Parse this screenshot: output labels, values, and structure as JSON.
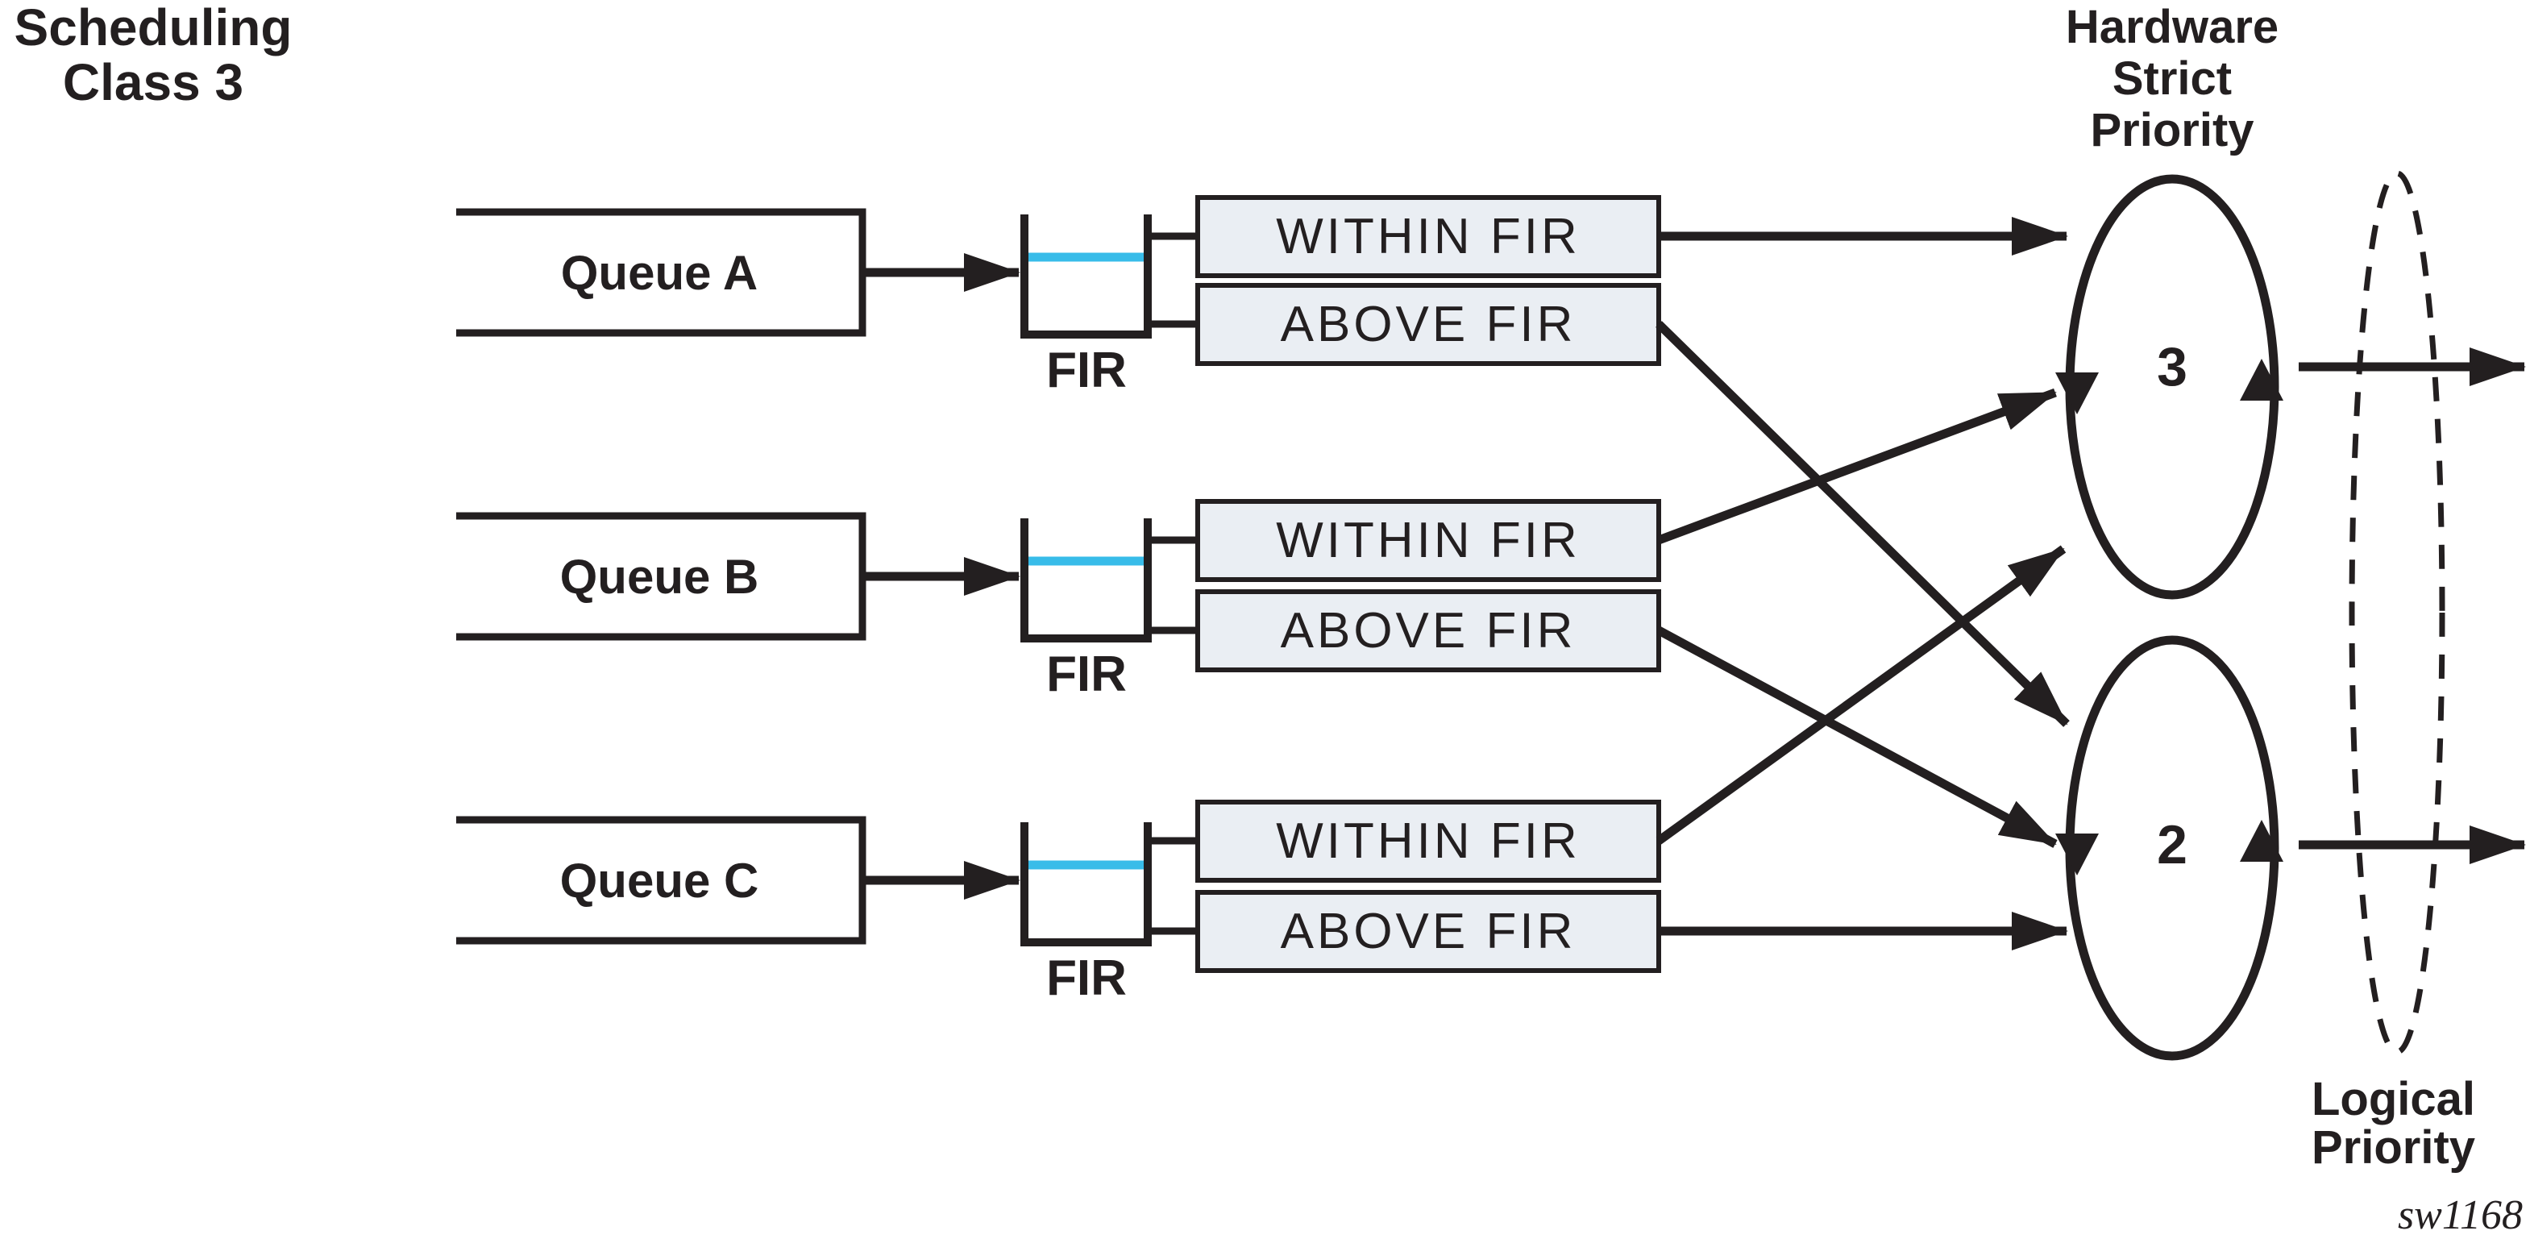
{
  "diagram": {
    "left_label": {
      "line1": "Scheduling",
      "line2": "Class 3"
    },
    "hardware_label": {
      "line1": "Hardware",
      "line2": "Strict",
      "line3": "Priority"
    },
    "logical_label": {
      "line1": "Logical",
      "line2": "Priority"
    },
    "watermark": "sw1168",
    "rows": [
      {
        "queue_label": "Queue A",
        "fir_label": "FIR",
        "within_label": "WITHIN FIR",
        "above_label": "ABOVE FIR"
      },
      {
        "queue_label": "Queue B",
        "fir_label": "FIR",
        "within_label": "WITHIN FIR",
        "above_label": "ABOVE FIR"
      },
      {
        "queue_label": "Queue C",
        "fir_label": "FIR",
        "within_label": "WITHIN FIR",
        "above_label": "ABOVE FIR"
      }
    ],
    "schedulers": [
      {
        "label": "3"
      },
      {
        "label": "2"
      }
    ],
    "colors": {
      "ink": "#231f20",
      "fir_level": "#38bce9",
      "box_fill": "#eaeef3"
    }
  }
}
